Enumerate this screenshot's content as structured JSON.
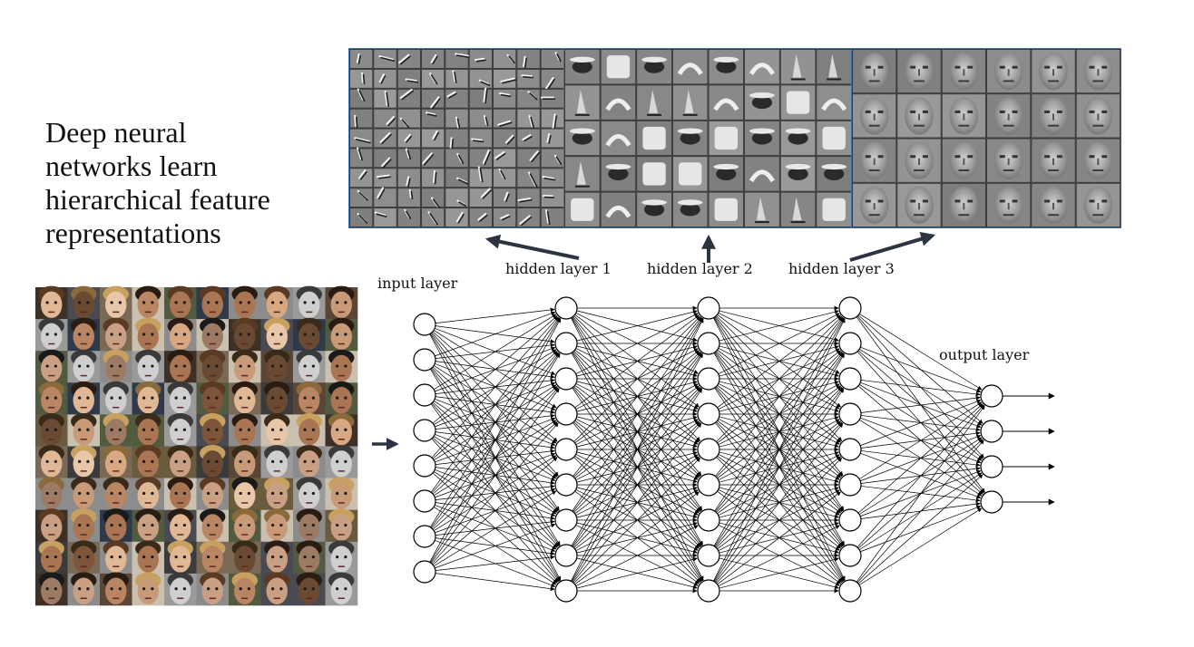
{
  "headline": {
    "lines": [
      "Deep neural",
      "networks learn",
      "hierarchical feature",
      "representations"
    ]
  },
  "labels": {
    "input": "input layer",
    "hidden1": "hidden layer 1",
    "hidden2": "hidden layer 2",
    "hidden3": "hidden layer 3",
    "output": "output layer"
  },
  "network": {
    "layer_neuron_counts": [
      8,
      9,
      9,
      9,
      4
    ],
    "output_arrow_count": 4
  },
  "feature_panels": [
    {
      "name": "edge-features",
      "columns": 9,
      "rows": 9
    },
    {
      "name": "facial-part-features",
      "columns": 8,
      "rows": 5
    },
    {
      "name": "face-features",
      "columns": 6,
      "rows": 4
    }
  ],
  "face_grid": {
    "columns": 10,
    "rows": 10
  },
  "colors": {
    "line": "#000000",
    "panel_border": "#3f6fa8",
    "panel_gray": "#8a8a8a",
    "arrow": "#2b3440"
  }
}
